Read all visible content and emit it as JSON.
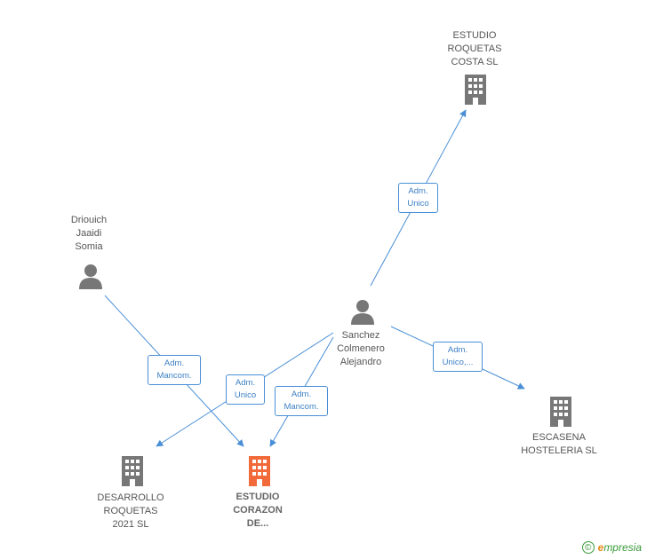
{
  "nodes": {
    "estudio_roquetas": {
      "label": "ESTUDIO\nROQUETAS\nCOSTA  SL",
      "kind": "company",
      "color": "#777777"
    },
    "driouich": {
      "label": "Driouich\nJaaidi\nSomia",
      "kind": "person",
      "color": "#777777"
    },
    "sanchez": {
      "label": "Sanchez\nColmenero\nAlejandro",
      "kind": "person",
      "color": "#777777"
    },
    "escasena": {
      "label": "ESCASENA\nHOSTELERIA SL",
      "kind": "company",
      "color": "#777777"
    },
    "desarrollo": {
      "label": "DESARROLLO\nROQUETAS\n2021  SL",
      "kind": "company",
      "color": "#777777"
    },
    "estudio_corazon": {
      "label": "ESTUDIO\nCORAZON\nDE...",
      "kind": "company",
      "color": "#f26a3a"
    }
  },
  "edges": {
    "e1": {
      "label": "Adm.\nUnico",
      "from": "sanchez",
      "to": "estudio_roquetas"
    },
    "e2": {
      "label": "Adm.\nMancom.",
      "from": "driouich",
      "to": "estudio_corazon"
    },
    "e3": {
      "label": "Adm.\nUnico",
      "from": "sanchez",
      "to": "desarrollo"
    },
    "e4": {
      "label": "Adm.\nMancom.",
      "from": "sanchez",
      "to": "estudio_corazon"
    },
    "e5": {
      "label": "Adm.\nUnico,...",
      "from": "sanchez",
      "to": "escasena"
    }
  },
  "colors": {
    "edge": "#4a8fd6",
    "icon": "#777777",
    "focus": "#f26a3a"
  },
  "footer": {
    "copyright": "©",
    "brand_first": "e",
    "brand_rest": "mpresia"
  }
}
